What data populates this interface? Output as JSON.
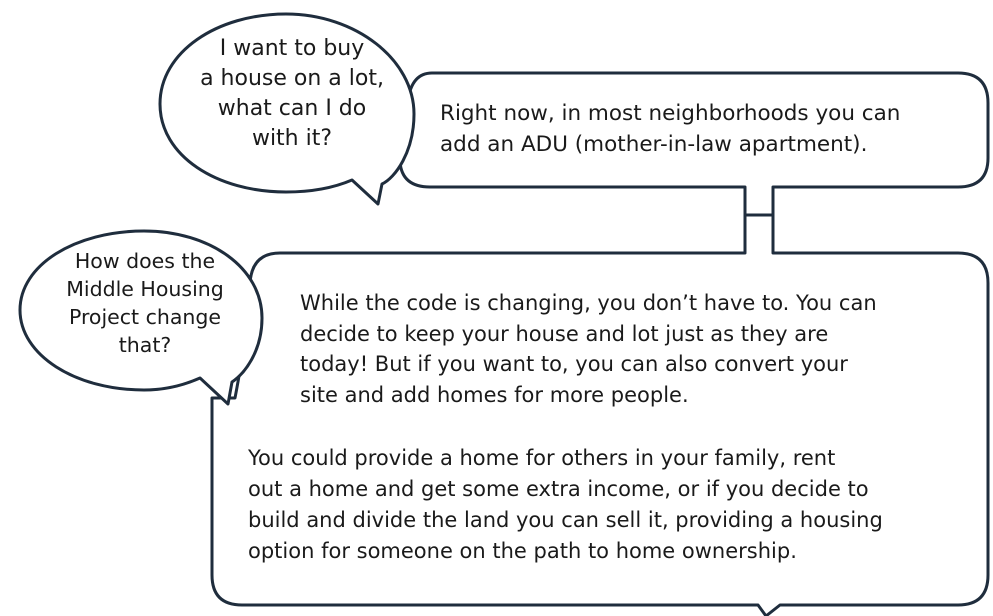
{
  "colors": {
    "outline": "#1f2d3d",
    "fill": "#ffffff",
    "text": "#1a1a1a"
  },
  "question1": {
    "lines": [
      "I want to buy",
      "a house on a lot,",
      "what can I do",
      "with it?"
    ]
  },
  "answer1": {
    "lines": [
      "Right now, in most neighborhoods you can",
      "add an ADU (mother-in-law apartment)."
    ]
  },
  "question2": {
    "lines": [
      "How does the",
      "Middle Housing",
      "Project change",
      "that?"
    ]
  },
  "answer2": {
    "lines": [
      "While the code is changing, you don’t have to. You can",
      "decide to keep your house and lot just as they are",
      "today! But if you want to, you can also convert your",
      "site and add homes for more people."
    ]
  },
  "answer3": {
    "lines": [
      "You could provide a home for others in your family, rent",
      "out a home and get some extra income, or if you decide to",
      "build and divide the land you can sell it, providing a housing",
      "option for someone on the path to home ownership."
    ]
  }
}
